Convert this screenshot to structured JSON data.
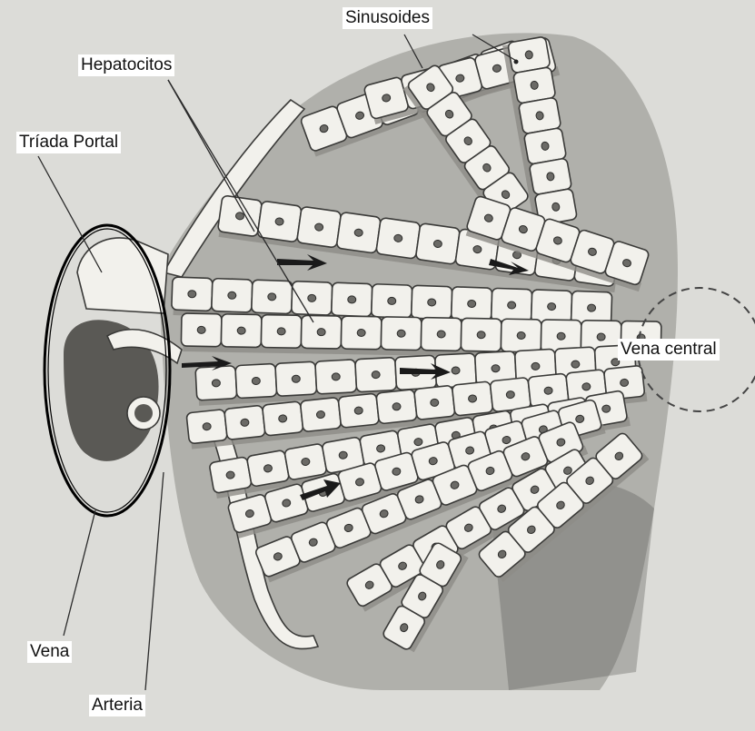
{
  "labels": {
    "sinusoides": "Sinusoides",
    "hepatocitos": "Hepatocitos",
    "triada_portal": "Tríada Portal",
    "vena_central": "Vena central",
    "vena": "Vena",
    "arteria": "Arteria"
  },
  "colors": {
    "background": "#d9d9d5",
    "cell_fill": "#f2f1ec",
    "outline": "#3a3a38",
    "shading": "#8d8c87",
    "label_bg": "#ffffff"
  }
}
